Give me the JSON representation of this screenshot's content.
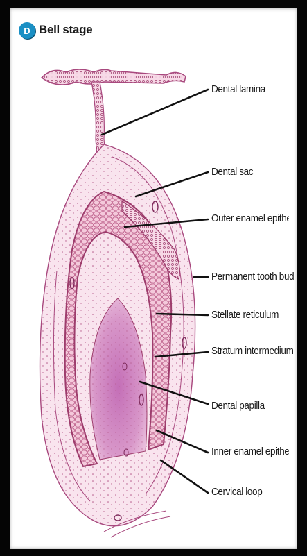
{
  "figure": {
    "badge": "D",
    "title": "Bell stage"
  },
  "labels": {
    "dental_lamina": "Dental lamina",
    "dental_sac": "Dental sac",
    "outer_enamel_epithelium": "Outer enamel epithelium",
    "permanent_tooth_bud": "Permanent tooth bud",
    "stellate_reticulum": "Stellate reticulum",
    "stratum_intermedium": "Stratum intermedium",
    "dental_papilla": "Dental papilla",
    "inner_enamel_epithelium": "Inner enamel epithelium",
    "cervical_loop": "Cervical loop"
  },
  "colors": {
    "frame": "#050505",
    "badge": "#1a8fc4",
    "tissue_outline": "#a8487e",
    "tissue_fill": "#f2d3e2",
    "reticulum": "#d77aa8",
    "papilla": "#c870b4",
    "leader_line": "#111111"
  }
}
